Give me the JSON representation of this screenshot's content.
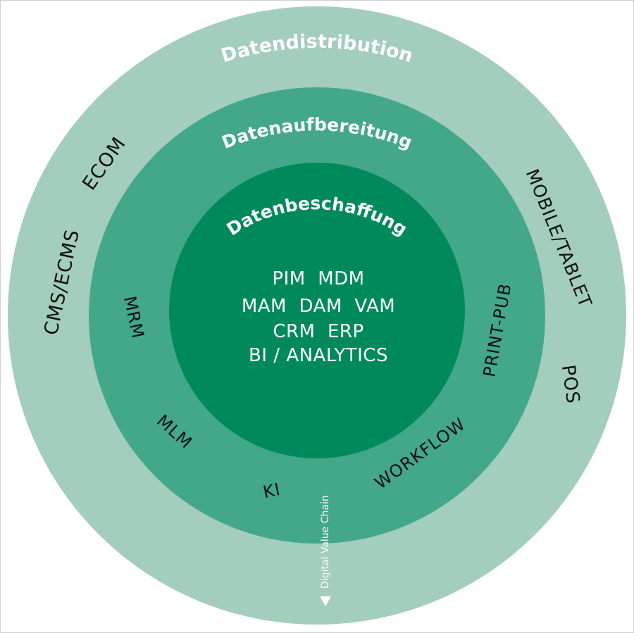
{
  "colors": {
    "outer_ring": "#a3cdbc",
    "middle_ring": "#43a88a",
    "inner_circle": "#008a5c",
    "title_text": "#ffffff",
    "label_text": "#111111"
  },
  "rings": {
    "outer": {
      "title": "Datendistribution",
      "labels": [
        "ECOM",
        "CMS/ECMS",
        "MOBILE/TABLET",
        "POS"
      ]
    },
    "middle": {
      "title": "Datenaufbereitung",
      "labels": [
        "MRM",
        "MLM",
        "KI",
        "WORKFLOW",
        "PRINT-PUB"
      ]
    },
    "inner": {
      "title": "Datenbeschaffung",
      "lines": [
        "PIM  MDM",
        "MAM  DAM  VAM",
        "CRM  ERP",
        "BI / ANALYTICS"
      ]
    }
  },
  "chain": {
    "label": "Digital Value Chain",
    "arrow": "arrow-down-icon"
  }
}
